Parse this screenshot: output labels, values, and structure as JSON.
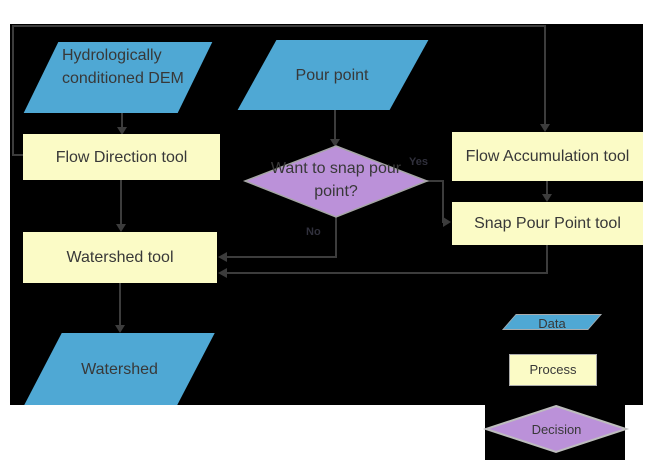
{
  "flowchart": {
    "nodes": {
      "dem": {
        "label": "Hydrologically conditioned DEM",
        "type": "data"
      },
      "pour_point": {
        "label": "Pour point",
        "type": "data"
      },
      "flow_direction": {
        "label": "Flow Direction tool",
        "type": "process"
      },
      "flow_accumulation": {
        "label": "Flow Accumulation tool",
        "type": "process"
      },
      "snap_pour_point": {
        "label": "Snap Pour Point tool",
        "type": "process"
      },
      "want_to_snap": {
        "label": "Want to snap pour point?",
        "type": "decision"
      },
      "watershed_tool": {
        "label": "Watershed tool",
        "type": "process"
      },
      "watershed": {
        "label": "Watershed",
        "type": "data"
      }
    },
    "edges": [
      {
        "from": "dem",
        "to": "flow_direction"
      },
      {
        "from": "flow_direction",
        "to": "flow_accumulation"
      },
      {
        "from": "flow_direction",
        "to": "watershed_tool"
      },
      {
        "from": "pour_point",
        "to": "want_to_snap"
      },
      {
        "from": "flow_accumulation",
        "to": "snap_pour_point"
      },
      {
        "from": "want_to_snap",
        "to": "snap_pour_point",
        "label": "Yes"
      },
      {
        "from": "want_to_snap",
        "to": "watershed_tool",
        "label": "No"
      },
      {
        "from": "snap_pour_point",
        "to": "watershed_tool"
      },
      {
        "from": "watershed_tool",
        "to": "watershed"
      }
    ],
    "edge_labels": {
      "yes": "Yes",
      "no": "No"
    },
    "legend": {
      "data": "Data",
      "process": "Process",
      "decision": "Decision"
    },
    "colors": {
      "page_bg": "#FFFFFF",
      "canvas_bg": "#000000",
      "data_fill": "#4FA8D4",
      "process_fill": "#FBFBC6",
      "decision_fill": "#BB91D9",
      "connector": "#3C3C3C",
      "text": "#383838",
      "legend_border": "#ABABAB"
    }
  }
}
